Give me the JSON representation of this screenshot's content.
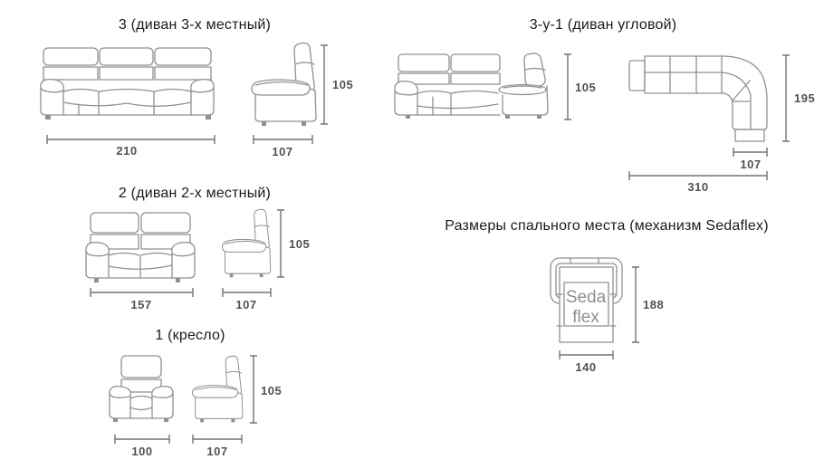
{
  "sections": {
    "sofa3": {
      "title": "3 (диван 3-х местный)",
      "front_width": "210",
      "side_width": "107",
      "height": "105"
    },
    "corner": {
      "title": "3-у-1 (диван угловой)",
      "height": "105",
      "plan_depth": "195",
      "corner_width": "107",
      "total_width": "310"
    },
    "sofa2": {
      "title": "2 (диван 2-х местный)",
      "front_width": "157",
      "side_width": "107",
      "height": "105"
    },
    "sedaflex": {
      "title": "Размеры спального места (механизм Sedaflex)",
      "brand_line1": "Seda",
      "brand_line2": "flex",
      "bed_length": "188",
      "bed_width": "140"
    },
    "armchair": {
      "title": "1 (кресло)",
      "front_width": "100",
      "side_width": "107",
      "height": "105"
    }
  }
}
